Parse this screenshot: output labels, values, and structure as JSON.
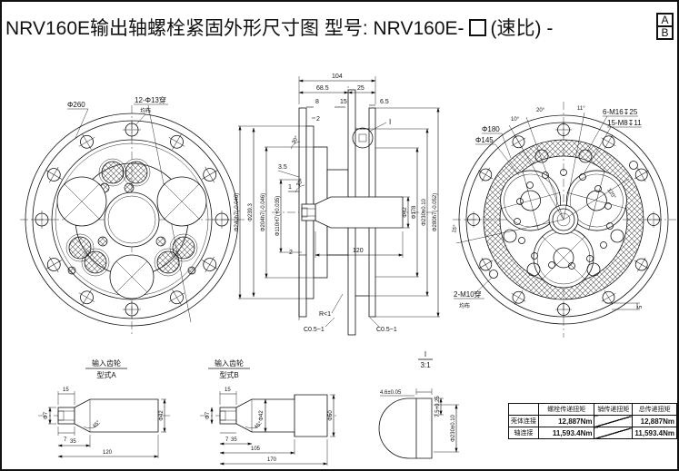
{
  "header": {
    "title_main": "NRV160E输出轴螺栓紧固外形尺寸图 型号: NRV160E-",
    "title_suffix": "(速比) -",
    "variant_top": "A",
    "variant_bottom": "B"
  },
  "left_view": {
    "dim_diameter": "Φ260",
    "dim_holes_line1": "12-Φ13穿",
    "dim_holes_line2": "均布"
  },
  "section_view": {
    "dim_104": "104",
    "dim_68_5": "68.5",
    "dim_25": "25",
    "dim_8": "8",
    "dim_15": "15",
    "dim_6_5": "6.5",
    "dim_2_top": "2",
    "dim_3_5": "3.5",
    "ang_30_top": "30°",
    "ang_30_bottom": "30°",
    "dim_1": "1",
    "dim_2_bottom": "2",
    "dim_120": "120",
    "dim_r1": "R<1",
    "dim_c05_left": "C0.5~1",
    "dim_c05_right": "C0.5~1",
    "detail_mark": "I",
    "dim_240": "Φ240h7(-0.046)",
    "dim_239": "Φ239.3",
    "dim_204": "Φ204h7(-0.046)",
    "dim_110": "Φ110H7(+0.035)",
    "dim_42": "Φ42",
    "dim_178": "Φ178",
    "dim_230": "Φ230±0.10",
    "dim_280": "Φ280h7(-0.052)"
  },
  "right_view": {
    "dim_180": "Φ180",
    "dim_145": "Φ145",
    "ang_10": "10°",
    "ang_20": "20°",
    "ang_11": "11°",
    "ang_120": "120°",
    "ang_15": "15°",
    "thread_m16": "6-M16↧25",
    "thread_m8": "15-M8↧11",
    "thread_m10_line1": "2-M10穿",
    "thread_m10_line2": "均布",
    "dim_5": "5"
  },
  "shaft_a": {
    "title_line1": "输入齿轮",
    "title_line2": "型式A",
    "dim_15": "15",
    "dim_d7": "Φ7",
    "dim_7": "7",
    "dim_35": "35",
    "ang_45": "45°",
    "dim_120": "120",
    "dim_42": "Φ42"
  },
  "shaft_b": {
    "title_line1": "输入齿轮",
    "title_line2": "型式B",
    "dim_15": "15",
    "dim_d7": "Φ7",
    "dim_7": "7",
    "dim_35": "35",
    "ang_45": "45°",
    "dim_42": "Φ42",
    "dim_50": "Φ50",
    "dim_105": "105",
    "dim_170": "170"
  },
  "detail_i": {
    "mark": "I",
    "scale": "3:1",
    "dim_46": "4.6±0.05",
    "dim_75": "7.5+0.25",
    "dim_230": "Φ230±0.10"
  },
  "torque_table": {
    "headers": [
      "",
      "螺栓传递扭矩",
      "销传递扭矩",
      "总传递扭矩"
    ],
    "rows": [
      {
        "label": "壳体连接",
        "bolt": "12,887Nm",
        "total": "12,887Nm"
      },
      {
        "label": "轴连接",
        "bolt": "11,593.4Nm",
        "total": "11,593.4Nm"
      }
    ]
  },
  "colors": {
    "line": "#111111",
    "background": "#ffffff"
  }
}
